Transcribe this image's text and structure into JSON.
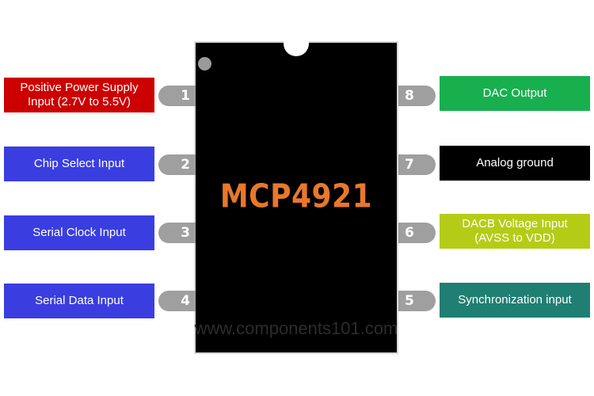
{
  "chip": {
    "name": "MCP4921",
    "watermark": "www.components101.com"
  },
  "left_pins": [
    {
      "number": "1",
      "label": "Positive Power Supply Input (2.7V to 5.5V)",
      "color": "#cc0000",
      "text_color": "#ffffff"
    },
    {
      "number": "2",
      "label": "Chip Select Input",
      "color": "#3a3ee0",
      "text_color": "#ffffff"
    },
    {
      "number": "3",
      "label": "Serial Clock Input",
      "color": "#3a3ee0",
      "text_color": "#ffffff"
    },
    {
      "number": "4",
      "label": "Serial Data Input",
      "color": "#3a3ee0",
      "text_color": "#ffffff"
    }
  ],
  "right_pins": [
    {
      "number": "8",
      "label": "DAC Output",
      "color": "#18b04f",
      "text_color": "#ffffff"
    },
    {
      "number": "7",
      "label": "Analog ground",
      "color": "#000000",
      "text_color": "#ffffff"
    },
    {
      "number": "6",
      "label": "DACB Voltage Input (AVSS to VDD)",
      "color": "#b5cc16",
      "text_color": "#ffffff"
    },
    {
      "number": "5",
      "label": "Synchronization input",
      "color": "#1f7f72",
      "text_color": "#ffffff"
    }
  ]
}
